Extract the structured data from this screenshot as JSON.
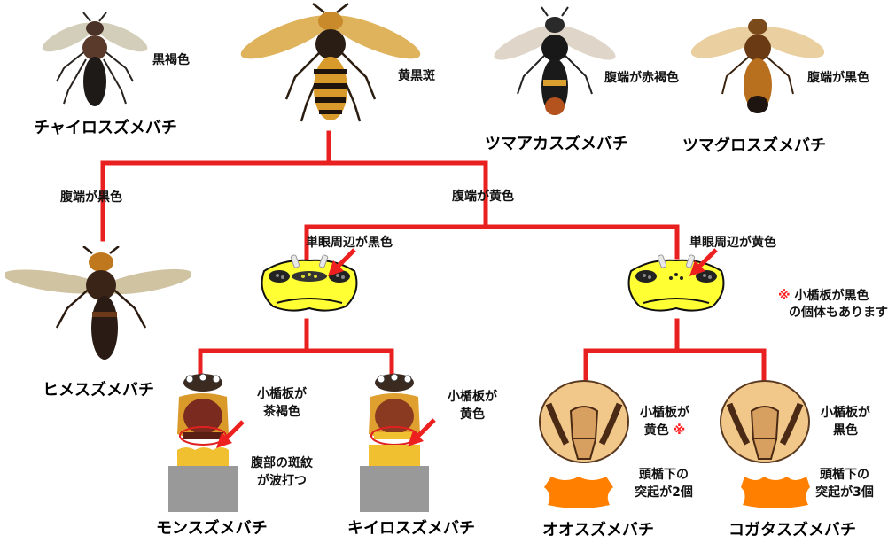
{
  "species": {
    "chairo": "チャイロスズメバチ",
    "tsumaaka": "ツマアカスズメバチ",
    "tsumaguro": "ツマグロスズメバチ",
    "hime": "ヒメスズメバチ",
    "mon": "モンスズメバチ",
    "kiiro": "キイロスズメバチ",
    "oo": "オオスズメバチ",
    "kogata": "コガタスズメバチ"
  },
  "traits": {
    "chairo_color": "黒褐色",
    "center_color": "黄黒斑",
    "tsumaaka_tip": "腹端が赤褐色",
    "tsumaguro_tip": "腹端が黒色"
  },
  "branches": {
    "left": "腹端が黒色",
    "right": "腹端が黄色",
    "ocelli_black": "単眼周辺が黒色",
    "ocelli_yellow": "単眼周辺が黄色"
  },
  "notes": {
    "mark": "※",
    "note_line1": "小楯板が黒色",
    "note_line2": "の個体もあります"
  },
  "features": {
    "mon_scutellum_l1": "小楯板が",
    "mon_scutellum_l2": "茶褐色",
    "mon_abdomen_l1": "腹部の斑紋",
    "mon_abdomen_l2": "が波打つ",
    "kiiro_scutellum_l1": "小楯板が",
    "kiiro_scutellum_l2": "黄色",
    "oo_scutellum_l1": "小楯板が",
    "oo_scutellum_l2": "黄色",
    "oo_projection_l1": "頭楯下の",
    "oo_projection_l2": "突起が2個",
    "kogata_scutellum_l1": "小楯板が",
    "kogata_scutellum_l2": "黒色",
    "kogata_projection_l1": "頭楯下の",
    "kogata_projection_l2": "突起が3個"
  },
  "colors": {
    "line": "#e82020",
    "arrow": "#ee1f1f",
    "head_yellow": "#ffff33",
    "orange": "#ff8000"
  },
  "icons": [
    "hornet-photo",
    "head-diagram-icon",
    "thorax-diagram-icon",
    "face-diagram-icon",
    "projection-icon",
    "red-arrow-icon"
  ]
}
